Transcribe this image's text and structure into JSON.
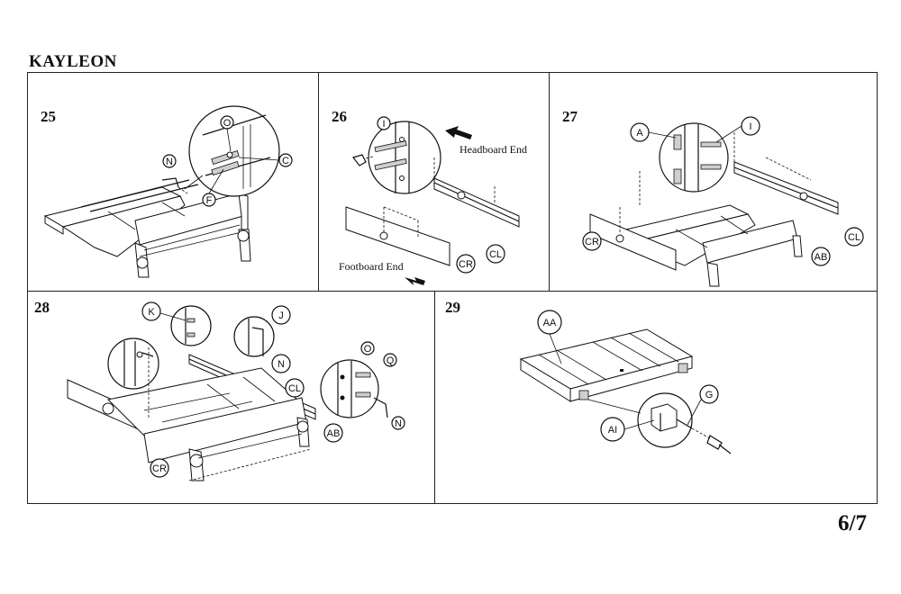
{
  "header": {
    "title": "KAYLEON",
    "page": "6/7"
  },
  "steps": {
    "s25": {
      "number": "25",
      "labels": {
        "N": "N",
        "O": "O",
        "C": "C",
        "F": "F"
      }
    },
    "s26": {
      "number": "26",
      "labels": {
        "I": "I",
        "CR": "CR",
        "CL": "CL"
      },
      "headboard": "Headboard End",
      "footboard": "Footboard End"
    },
    "s27": {
      "number": "27",
      "labels": {
        "A": "A",
        "I": "I",
        "CR": "CR",
        "CL": "CL",
        "AB": "AB"
      }
    },
    "s28": {
      "number": "28",
      "labels": {
        "K": "K",
        "J": "J",
        "N1": "N",
        "CL": "CL",
        "O": "O",
        "Q": "Q",
        "N2": "N",
        "AB": "AB",
        "CR": "CR"
      }
    },
    "s29": {
      "number": "29",
      "labels": {
        "AA": "AA",
        "G": "G",
        "AI": "AI"
      }
    }
  }
}
